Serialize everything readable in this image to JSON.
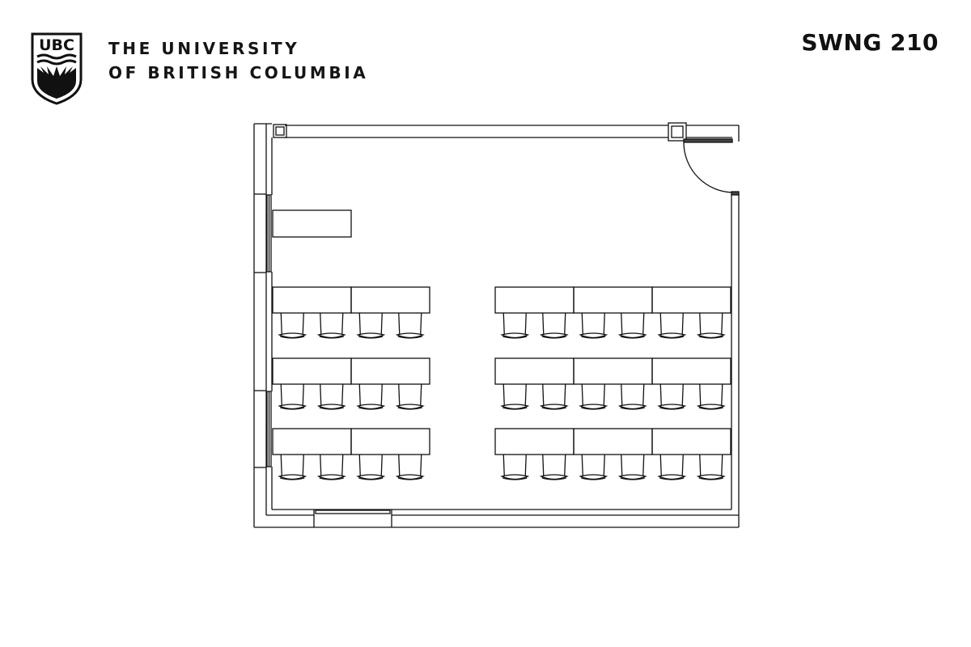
{
  "header": {
    "logo": {
      "icon": "ubc-crest-icon",
      "monogram": "UBC"
    },
    "institution_line1": "THE UNIVERSITY",
    "institution_line2": "OF BRITISH COLUMBIA",
    "room_code": "SWNG 210"
  },
  "floor_plan": {
    "room": "SWNG 210",
    "layout": "classroom",
    "features": [
      "door (top-right, swing arc)",
      "window (top wall)",
      "windows (left wall, 2)",
      "window (bottom wall)",
      "instructor desk (left)"
    ],
    "left_block": {
      "table_rows": 3,
      "tables_per_row": 2,
      "chairs_per_row": 4
    },
    "right_block": {
      "table_rows": 3,
      "tables_per_row": 3,
      "chairs_per_row": 6
    },
    "total_seats": 30,
    "line_color": "#111111",
    "background": "#ffffff"
  }
}
